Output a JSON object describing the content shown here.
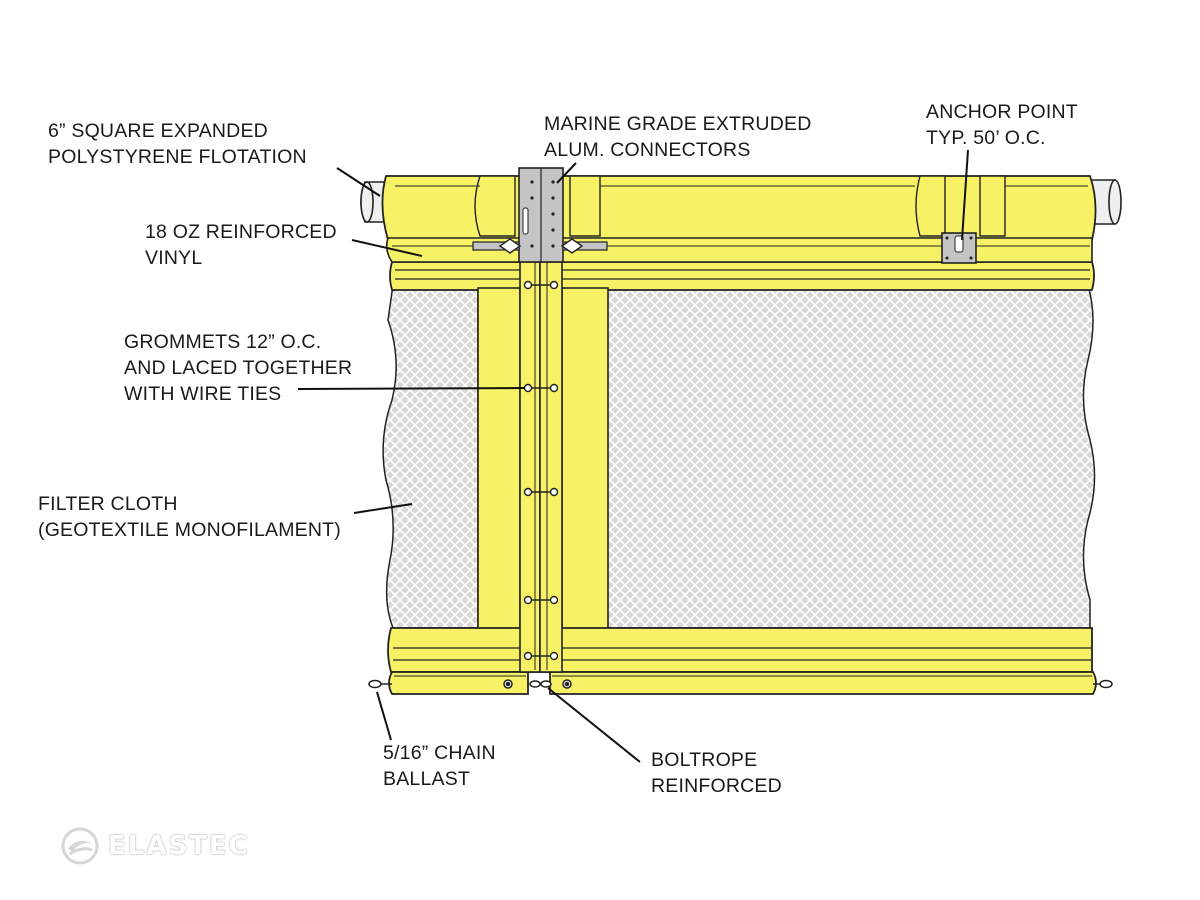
{
  "labels": {
    "flotation": [
      "6” SQUARE EXPANDED",
      "POLYSTYRENE FLOTATION"
    ],
    "connectors": [
      "MARINE GRADE EXTRUDED",
      "ALUM. CONNECTORS"
    ],
    "anchor": [
      "ANCHOR POINT",
      "TYP. 50’ O.C."
    ],
    "vinyl": [
      "18 OZ REINFORCED",
      "VINYL"
    ],
    "grommets": [
      "GROMMETS 12” O.C.",
      "AND LACED TOGETHER",
      "WITH WIRE TIES"
    ],
    "filter": [
      "FILTER CLOTH",
      "(GEOTEXTILE MONOFILAMENT)"
    ],
    "chain": [
      "5/16” CHAIN",
      "BALLAST"
    ],
    "boltrope": [
      "BOLTROPE",
      "REINFORCED"
    ]
  },
  "logo": {
    "text": "ELASTEC"
  },
  "colors": {
    "vinyl_yellow": "#f7f265",
    "outline": "#222222",
    "mesh_gray": "#d8d8d8",
    "metal": "#c4c4c4",
    "float_white": "#efefef"
  }
}
